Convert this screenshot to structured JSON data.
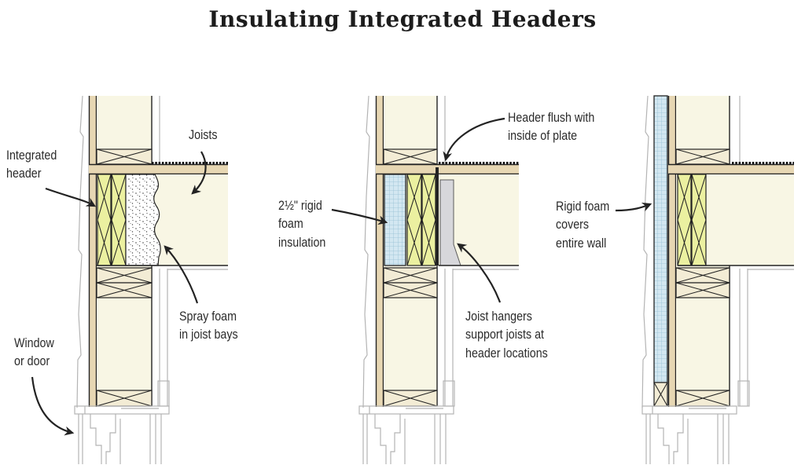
{
  "title": "Insulating Integrated Headers",
  "panels": {
    "left": {
      "labels": {
        "integrated_header": "Integrated\nheader",
        "joists": "Joists",
        "spray_foam": "Spray foam\nin joist bays",
        "window_or_door": "Window\nor door"
      }
    },
    "middle": {
      "labels": {
        "rigid_foam_insulation": "2½\" rigid\nfoam\ninsulation",
        "header_flush": "Header flush with\ninside of plate",
        "joist_hangers": "Joist hangers\nsupport joists at\nheader locations"
      }
    },
    "right": {
      "labels": {
        "rigid_foam_covers": "Rigid foam\ncovers\nentire wall"
      }
    }
  },
  "colors": {
    "wood_tan": "#e7d7b3",
    "cavity_cream": "#f8f6e4",
    "blocking_cream": "#f3ecd5",
    "header_yellow": "#ebf0a0",
    "foam_blue": "#d3e7f1",
    "foam_grid_line": "#96bfd4",
    "hanger_gray": "#d7d7db",
    "line_dark": "#232323",
    "line_gray": "#b4b4b4",
    "subfloor_black": "#111111",
    "label_color": "#2b2b2b",
    "title_color": "#1c1c1c"
  }
}
